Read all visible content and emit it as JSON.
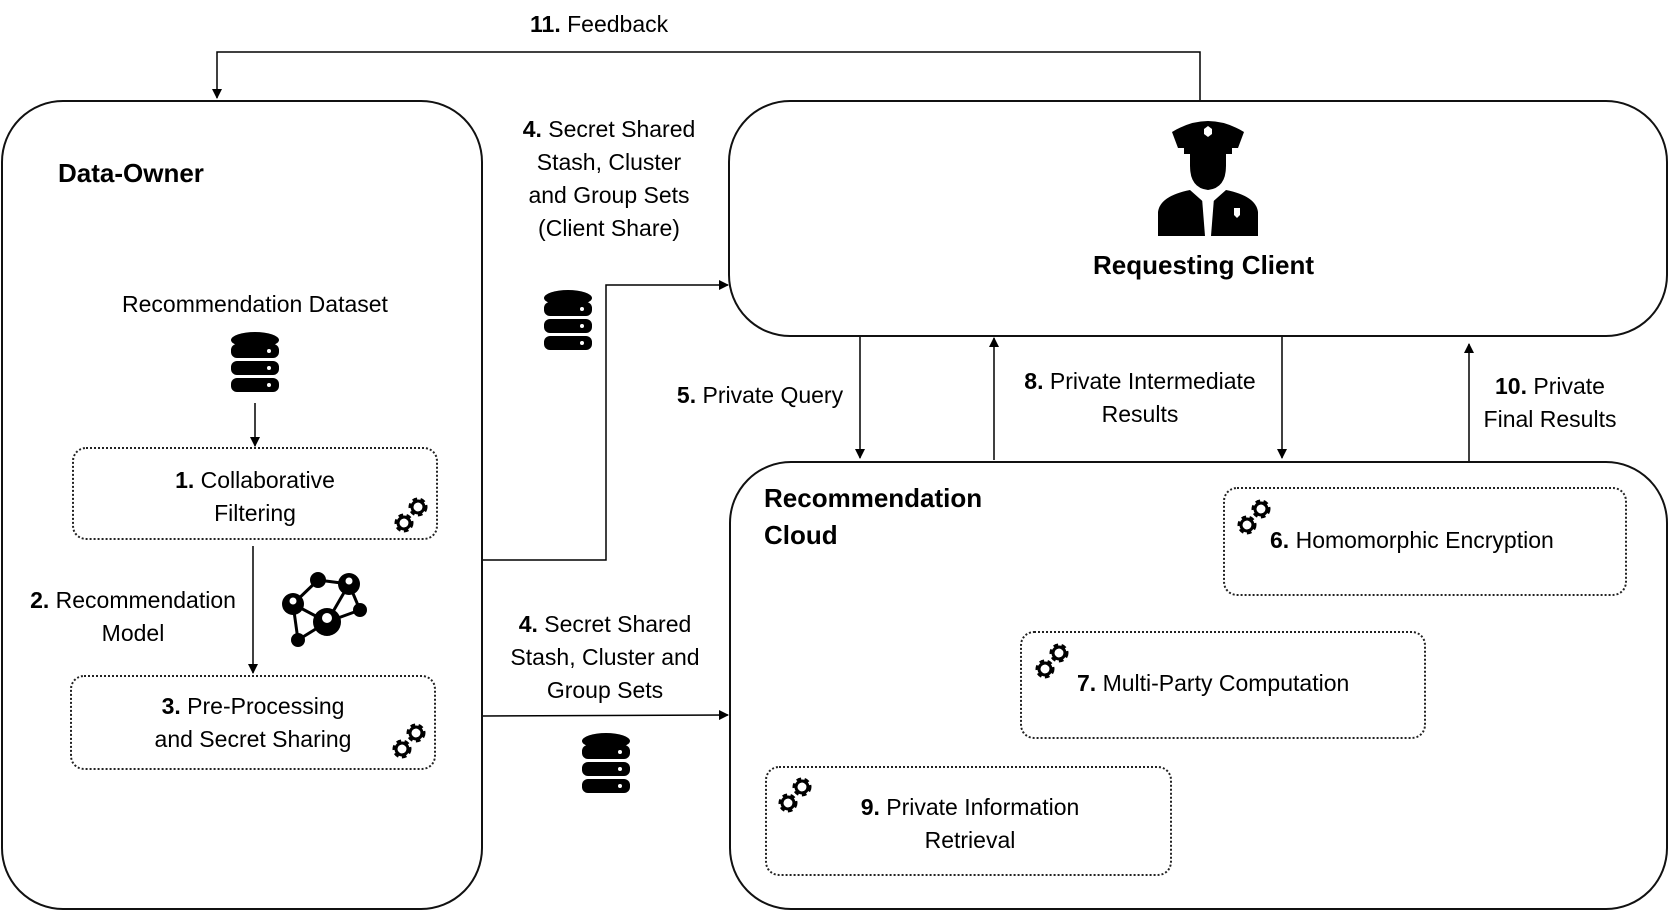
{
  "nodes": {
    "data_owner": {
      "title": "Data-Owner"
    },
    "requesting_client": {
      "title": "Requesting Client"
    },
    "recommendation_cloud": {
      "title_line1": "Recommendation",
      "title_line2": "Cloud"
    },
    "dataset": {
      "label": "Recommendation Dataset"
    },
    "step1": {
      "num": "1.",
      "line1": "Collaborative",
      "line2": "Filtering"
    },
    "step2": {
      "num": "2.",
      "line1": "Recommendation",
      "line2": "Model"
    },
    "step3": {
      "num": "3.",
      "line1": "Pre-Processing",
      "line2": "and Secret Sharing"
    },
    "step6": {
      "num": "6.",
      "label": "Homomorphic Encryption"
    },
    "step7": {
      "num": "7.",
      "label": "Multi-Party Computation"
    },
    "step9": {
      "num": "9.",
      "line1": "Private Information",
      "line2": "Retrieval"
    }
  },
  "edges": {
    "step4_client": {
      "num": "4.",
      "line1": "Secret Shared",
      "line2": "Stash, Cluster",
      "line3": "and Group Sets",
      "line4": "(Client Share)"
    },
    "step4_cloud": {
      "num": "4.",
      "line1": "Secret Shared",
      "line2": "Stash, Cluster and",
      "line3": "Group Sets"
    },
    "step5": {
      "num": "5.",
      "label": "Private Query"
    },
    "step8": {
      "num": "8.",
      "line1": "Private Intermediate",
      "line2": "Results"
    },
    "step10": {
      "num": "10.",
      "line1": "Private",
      "line2": "Final Results"
    },
    "step11": {
      "num": "11.",
      "label": "Feedback"
    }
  },
  "icons": [
    "database-icon",
    "gears-icon",
    "network-icon",
    "police-officer-icon"
  ],
  "colors": {
    "stroke": "#000000",
    "background": "#ffffff"
  }
}
